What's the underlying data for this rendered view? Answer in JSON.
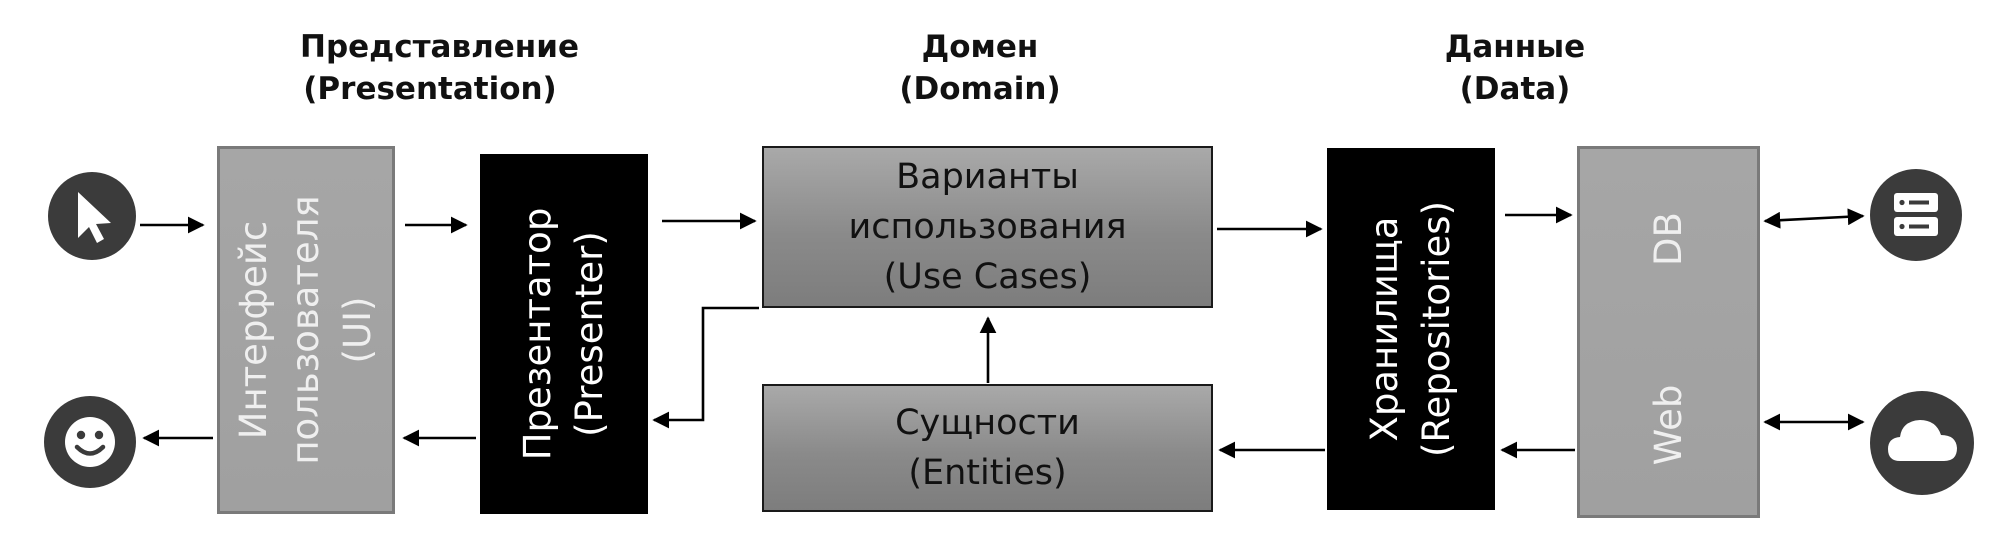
{
  "layers": {
    "presentation": {
      "line1": "Представление",
      "line2": "(Presentation)"
    },
    "domain": {
      "line1": "Домен",
      "line2": "(Domain)"
    },
    "data": {
      "line1": "Данные",
      "line2": "(Data)"
    }
  },
  "boxes": {
    "ui": {
      "line1": "Интерфейс",
      "line2": "пользователя",
      "line3": "(UI)"
    },
    "presenter": {
      "line1": "Презентатор",
      "line2": "(Presenter)"
    },
    "use_cases": {
      "line1": "Варианты",
      "line2": "использования",
      "line3": "(Use Cases)"
    },
    "entities": {
      "line1": "Сущности",
      "line2": "(Entities)"
    },
    "repositories": {
      "line1": "Хранилища",
      "line2": "(Repositories)"
    },
    "sources": {
      "db": "DB",
      "web": "Web"
    }
  },
  "icons": {
    "input": "cursor-icon",
    "output": "smiley-icon",
    "database": "server-icon",
    "cloud": "cloud-icon"
  },
  "colors": {
    "gray_box": "#a3a3a3",
    "black_box": "#000000",
    "icon_circle": "#3b3b3b",
    "arrow": "#000000"
  }
}
